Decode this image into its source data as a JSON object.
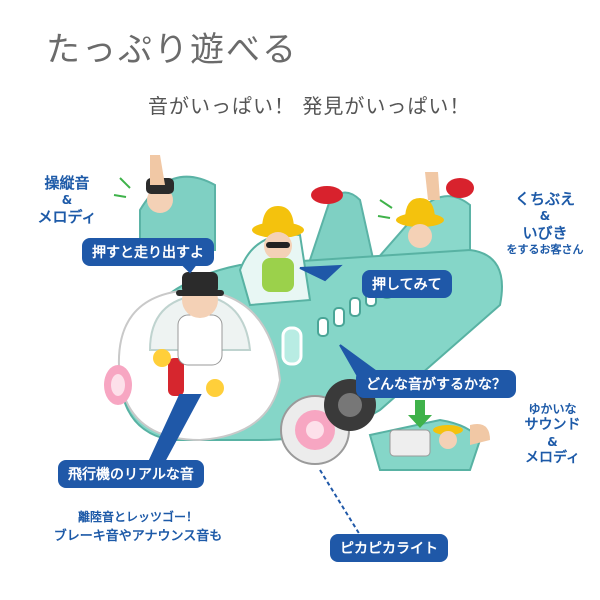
{
  "header": {
    "title": "たっぷり遊べる",
    "subtitle": "音がいっぱい！ 発見がいっぱい！"
  },
  "features": {
    "operate_sound_line1": "操縦音",
    "operate_sound_line2": "&",
    "operate_sound_line3": "メロディ",
    "whistle_line1": "くちぶえ",
    "whistle_line2": "&",
    "whistle_line3": "いびき",
    "whistle_line4": "をするお客さん",
    "fun_line1": "ゆかいな",
    "fun_line2": "サウンド",
    "fun_line3": "&",
    "fun_line4": "メロディ",
    "takeoff_line1": "離陸音とレッツゴー！",
    "takeoff_line2": "ブレーキ音やアナウンス音も"
  },
  "callouts": {
    "push_to_run": "押すと走り出すよ",
    "push_it": "押してみて",
    "what_sound": "どんな音がするかな？",
    "real_sound": "飛行機のリアルな音",
    "flash_light": "ピカピカライト"
  },
  "colors": {
    "plane_teal": "#7fd0c3",
    "pill_blue": "#1f58a8",
    "text_blue": "#1d5aa8",
    "title_gray": "#6b6b6b"
  }
}
